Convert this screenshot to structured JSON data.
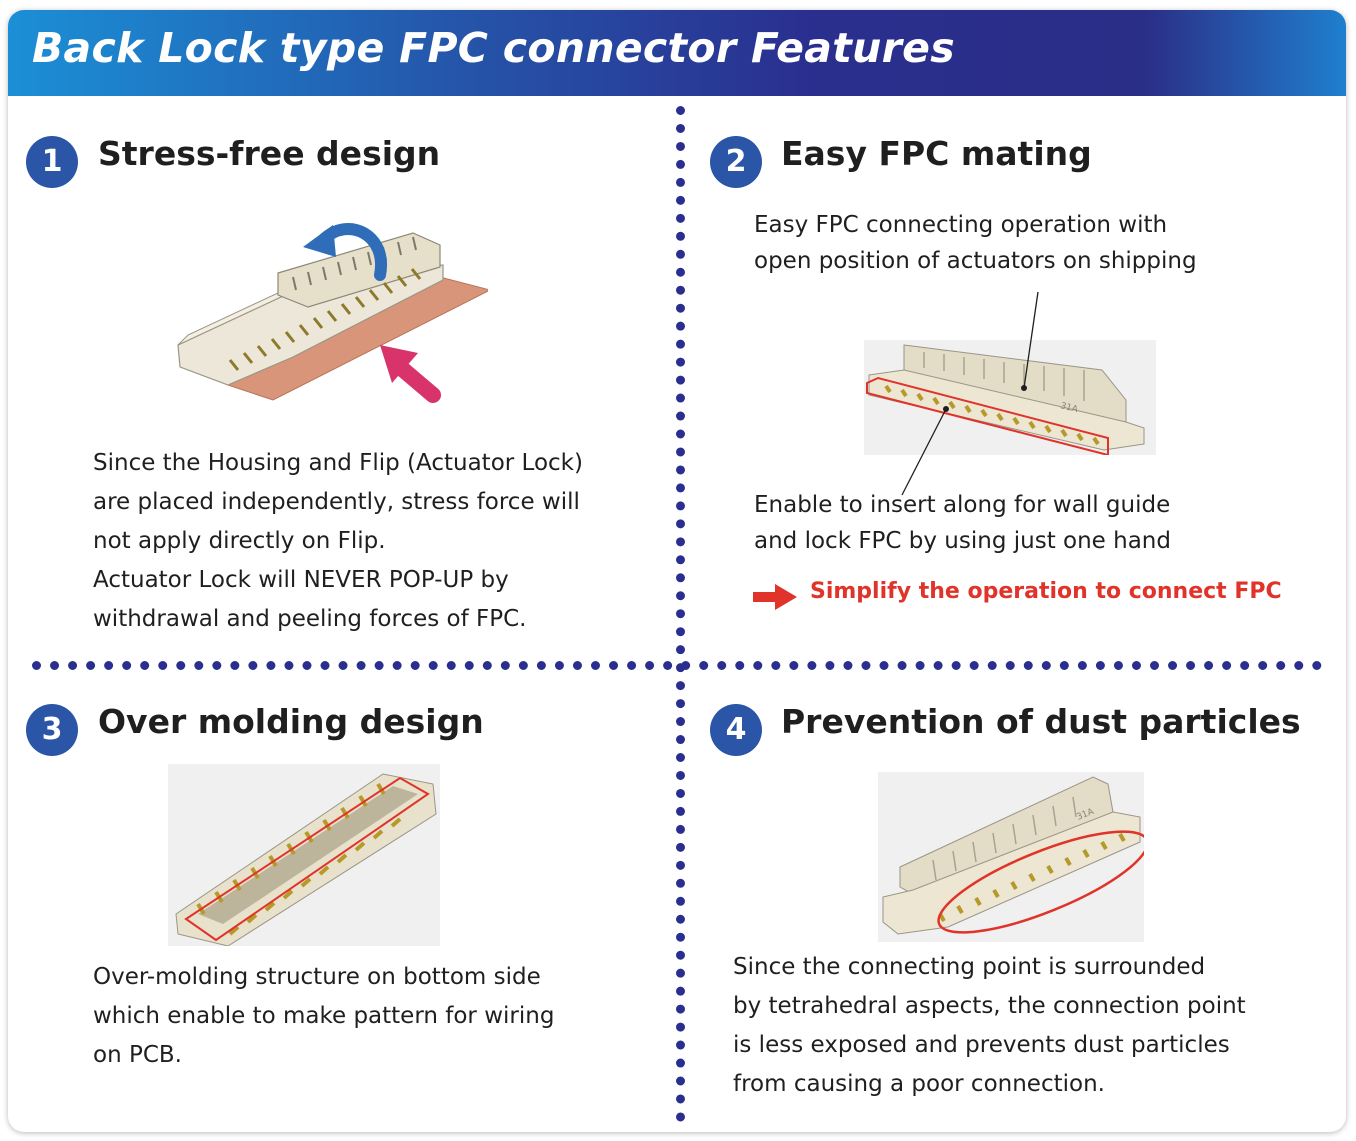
{
  "header": {
    "title": "Back Lock type FPC connector Features"
  },
  "features": [
    {
      "number": "1",
      "title": "Stress-free design",
      "lines": [
        "Since the Housing and Flip (Actuator Lock)",
        "are placed independently, stress force will",
        "not apply directly on Flip.",
        "Actuator Lock will NEVER POP-UP by",
        "withdrawal and peeling forces of FPC."
      ]
    },
    {
      "number": "2",
      "title": "Easy FPC mating",
      "callout_top": [
        "Easy FPC connecting operation with",
        "open position of actuators on shipping"
      ],
      "callout_bottom": [
        "Enable to insert along for wall guide",
        "and lock FPC by using just one hand"
      ],
      "result": "Simplify the operation to connect FPC",
      "connector_label": "31A"
    },
    {
      "number": "3",
      "title": "Over molding design",
      "lines": [
        "Over-molding structure on bottom side",
        "which enable to make pattern for wiring",
        "on PCB."
      ]
    },
    {
      "number": "4",
      "title": "Prevention of dust particles",
      "lines": [
        "Since the connecting point is surrounded",
        "by tetrahedral aspects, the connection point",
        "is less exposed and prevents dust particles",
        "from causing a poor connection."
      ],
      "connector_label": "31A"
    }
  ],
  "colors": {
    "banner_dark": "#2a2f8f",
    "banner_light": "#1b8fd6",
    "badge": "#2b55a6",
    "highlight_red": "#e0332a",
    "arrow_blue": "#2f6db8",
    "arrow_pink": "#d8336a"
  }
}
